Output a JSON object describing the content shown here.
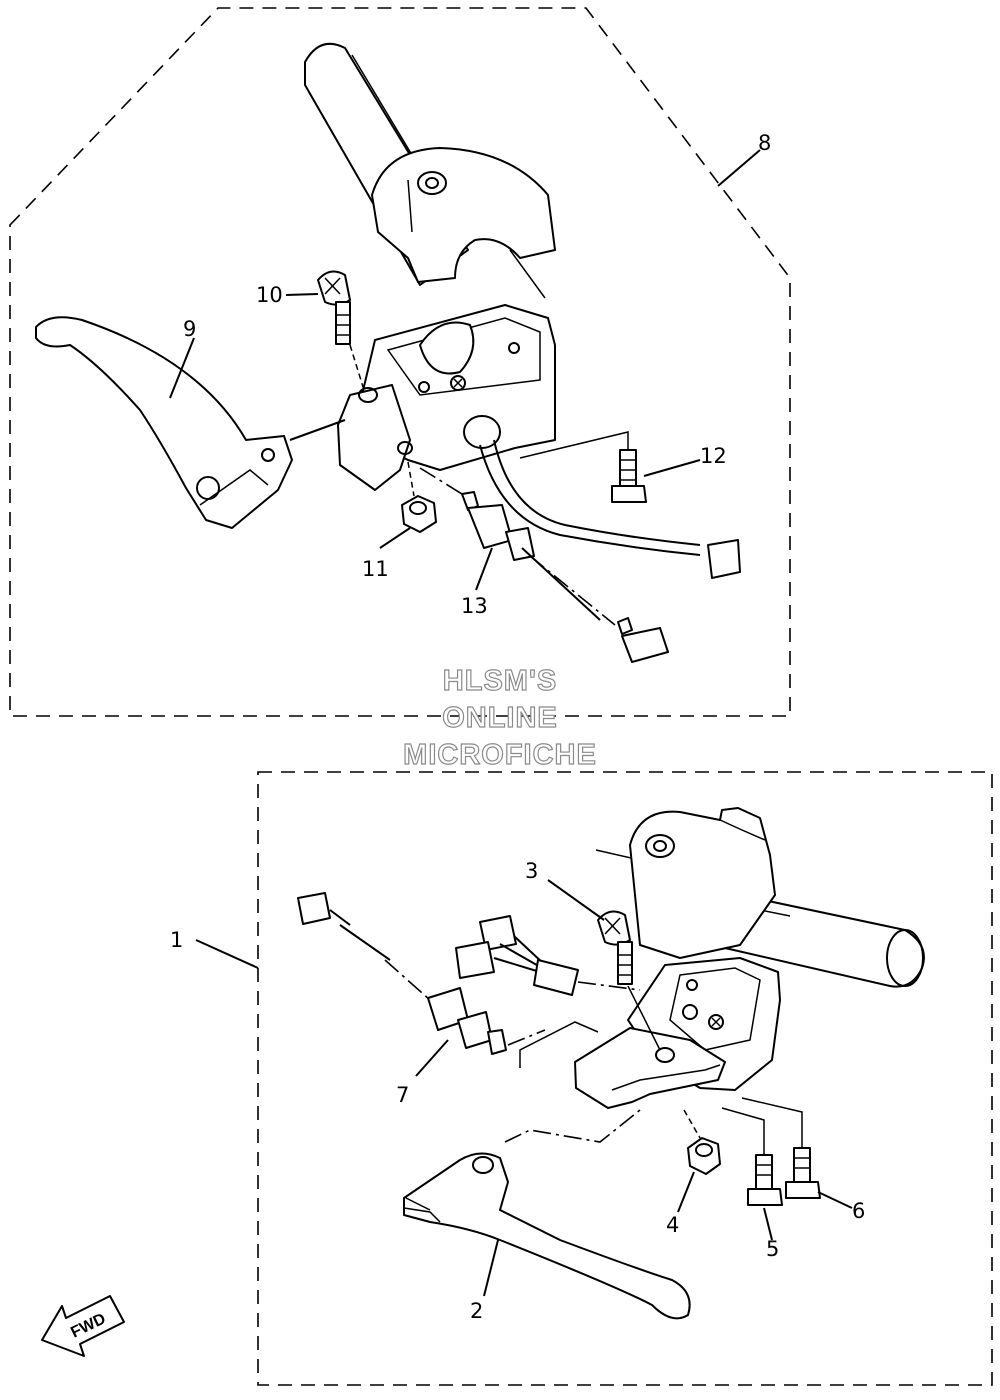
{
  "callouts": {
    "c1": "1",
    "c2": "2",
    "c3": "3",
    "c4": "4",
    "c5": "5",
    "c6": "6",
    "c7": "7",
    "c8": "8",
    "c9": "9",
    "c10": "10",
    "c11": "11",
    "c12": "12",
    "c13": "13"
  },
  "watermark": {
    "line1": "HLSM'S",
    "line2": "ONLINE",
    "line3": "MICROFICHE"
  },
  "direction_arrow": {
    "label": "FWD"
  }
}
